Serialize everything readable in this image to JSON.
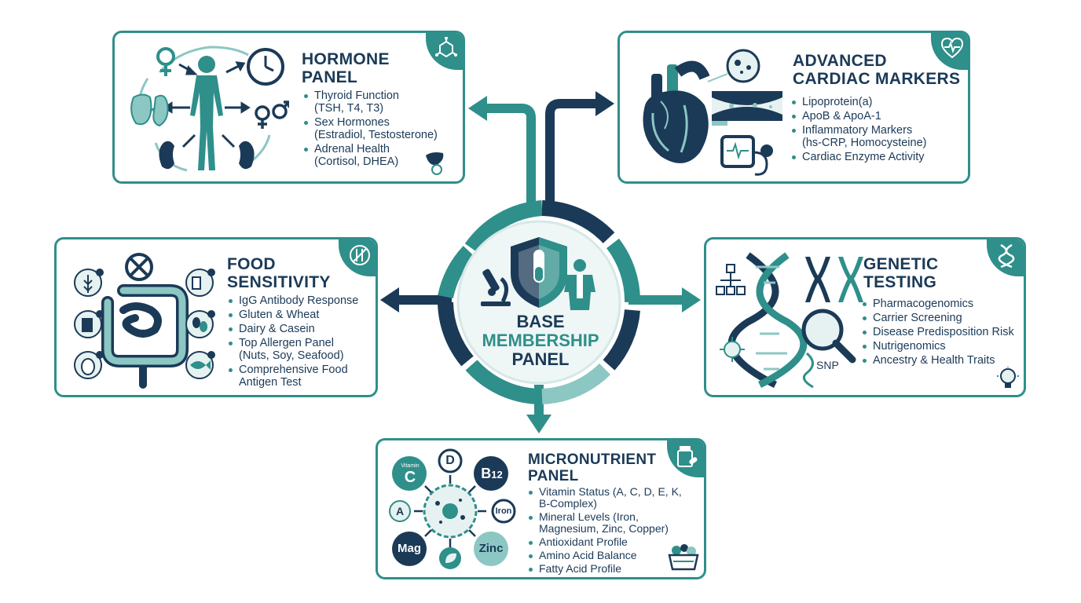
{
  "center": {
    "line1": "BASE",
    "line2": "MEMBERSHIP",
    "line3": "PANEL"
  },
  "hormone": {
    "title_line1": "HORMONE",
    "title_line2": "PANEL",
    "items": [
      {
        "main": "Thyroid Function",
        "sub": "(TSH, T4, T3)"
      },
      {
        "main": "Sex Hormones",
        "sub": "(Estradiol, Testosterone)"
      },
      {
        "main": "Adrenal Health",
        "sub": "(Cortisol, DHEA)"
      }
    ]
  },
  "cardiac": {
    "title_line1": "ADVANCED",
    "title_line2": "CARDIAC MARKERS",
    "items": [
      {
        "main": "Lipoprotein(a)",
        "sub": ""
      },
      {
        "main": "ApoB & ApoA-1",
        "sub": ""
      },
      {
        "main": "Inflammatory Markers",
        "sub": "(hs-CRP, Homocysteine)"
      },
      {
        "main": "Cardiac Enzyme Activity",
        "sub": ""
      }
    ]
  },
  "food": {
    "title_line1": "FOOD",
    "title_line2": "SENSITIVITY",
    "items": [
      {
        "main": "IgG Antibody Response",
        "sub": ""
      },
      {
        "main": "Gluten & Wheat",
        "sub": ""
      },
      {
        "main": "Dairy & Casein",
        "sub": ""
      },
      {
        "main": "Top Allergen Panel",
        "sub": "(Nuts, Soy, Seafood)"
      },
      {
        "main": "Comprehensive Food",
        "sub": "Antigen Test"
      }
    ]
  },
  "genetic": {
    "title_line1": "GENETIC",
    "title_line2": "TESTING",
    "items": [
      {
        "main": "Pharmacogenomics",
        "sub": ""
      },
      {
        "main": "Carrier Screening",
        "sub": ""
      },
      {
        "main": "Disease Predisposition Risk",
        "sub": ""
      },
      {
        "main": "Nutrigenomics",
        "sub": ""
      },
      {
        "main": "Ancestry & Health Traits",
        "sub": ""
      }
    ],
    "snp_label": "SNP"
  },
  "micro": {
    "title_line1": "MICRONUTRIENT",
    "title_line2": "PANEL",
    "items": [
      {
        "main": "Vitamin Status (A, C, D, E, K,",
        "sub": "B-Complex)"
      },
      {
        "main": "Mineral Levels (Iron,",
        "sub": "Magnesium, Zinc, Copper)"
      },
      {
        "main": "Antioxidant Profile",
        "sub": ""
      },
      {
        "main": "Amino Acid Balance",
        "sub": ""
      },
      {
        "main": "Fatty Acid Profile",
        "sub": ""
      }
    ],
    "nutrients": {
      "vitamin_small": "Vitamin",
      "c": "C",
      "d": "D",
      "b": "B",
      "b_sub": "12",
      "a": "A",
      "iron": "Iron",
      "mag": "Mag",
      "zinc": "Zinc"
    }
  },
  "colors": {
    "teal": "#2f8f8a",
    "navy": "#1b3a57",
    "light_teal": "#8cc7c3",
    "pale": "#e6f2f1"
  }
}
